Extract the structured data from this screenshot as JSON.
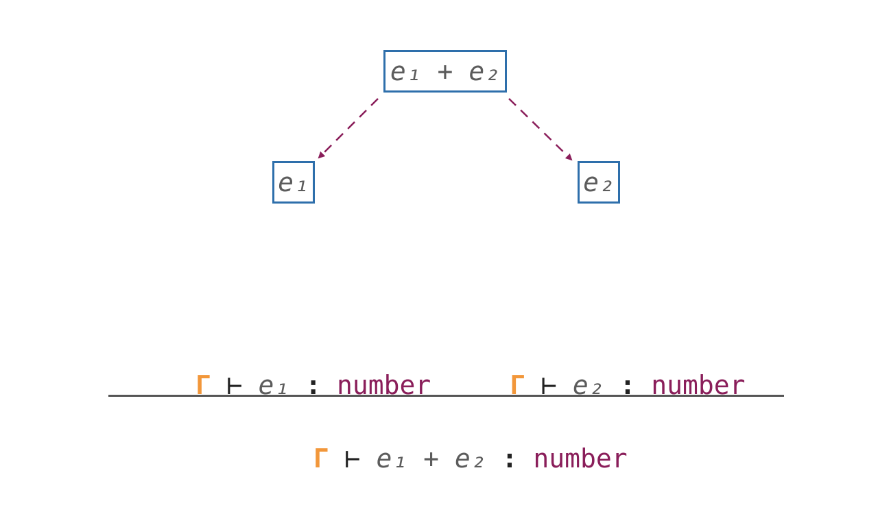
{
  "tree": {
    "root": {
      "left_term": "e₁",
      "op": "+",
      "right_term": "e₂"
    },
    "left_child": {
      "term": "e₁"
    },
    "right_child": {
      "term": "e₂"
    }
  },
  "rule": {
    "premise_1": {
      "context": "Γ",
      "turnstile": "⊢",
      "term": "e₁",
      "colon": ":",
      "type": "number"
    },
    "premise_2": {
      "context": "Γ",
      "turnstile": "⊢",
      "term": "e₂",
      "colon": ":",
      "type": "number"
    },
    "conclusion": {
      "context": "Γ",
      "turnstile": "⊢",
      "left_term": "e₁",
      "op": "+",
      "right_term": "e₂",
      "colon": ":",
      "type": "number"
    }
  },
  "colors": {
    "box_border": "#2e6fab",
    "edge": "#8a1e5a",
    "context": "#f2973a",
    "type": "#8a1e5a",
    "term": "#5c5c5c",
    "rule_line": "#555555"
  }
}
